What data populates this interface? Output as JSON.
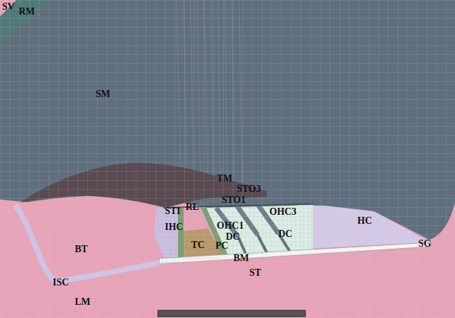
{
  "diagram": {
    "labels": [
      "SV",
      "RM",
      "SM",
      "TM",
      "STO3",
      "STI",
      "RL",
      "STO1",
      "OHC3",
      "OHC1",
      "IHC",
      "DC",
      "DC",
      "HC",
      "SG",
      "BT",
      "TC",
      "PC",
      "BM",
      "ST",
      "ISC",
      "LM"
    ]
  }
}
